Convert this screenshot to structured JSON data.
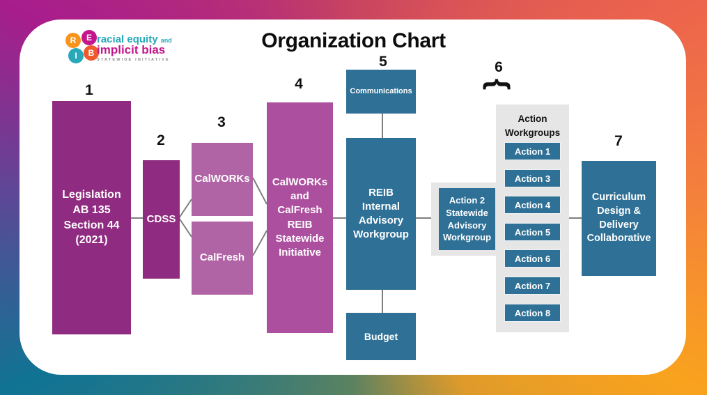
{
  "title": "Organization Chart",
  "logo": {
    "circles": [
      {
        "letter": "R",
        "color": "#F7941D"
      },
      {
        "letter": "E",
        "color": "#C4168C"
      },
      {
        "letter": "I",
        "color": "#28A8B8"
      },
      {
        "letter": "B",
        "color": "#F0592B"
      }
    ],
    "line1": "racial equity",
    "line1_suffix": "and",
    "line2": "implicit bias",
    "line3": "STATEWIDE INITIATIVE"
  },
  "numbers": {
    "n1": "1",
    "n2": "2",
    "n3": "3",
    "n4": "4",
    "n5": "5",
    "n6": "6",
    "n7": "7"
  },
  "boxes": {
    "legislation": "Legislation\nAB 135\nSection 44\n(2021)",
    "cdss": "CDSS",
    "calworks": "CalWORKs",
    "calfresh": "CalFresh",
    "initiative": "CalWORKs\nand\nCalFresh\nREIB\nStatewide\nInitiative",
    "communications": "Communications",
    "reib_internal": "REIB\nInternal\nAdvisory\nWorkgroup",
    "budget": "Budget",
    "action2": "Action 2\nStatewide\nAdvisory\nWorkgroup",
    "curriculum": "Curriculum\nDesign &\nDelivery\nCollaborative"
  },
  "workgroups": {
    "header": "Action\nWorkgroups",
    "buttons": [
      "Action 1",
      "Action 3",
      "Action 4",
      "Action 5",
      "Action 6",
      "Action 7",
      "Action 8"
    ]
  },
  "icons": {
    "brace": "{"
  },
  "palette": {
    "deep_purple": "#8F2B80",
    "mauve": "#B164A5",
    "magenta": "#AC4F9E",
    "steel_blue": "#2E7096",
    "panel_gray": "#E6E6E6",
    "connector_gray": "#7E7E7E",
    "frame_top_left": "#A81D8C",
    "frame_top_right": "#ED654C",
    "frame_bottom_right": "#F9A21E",
    "frame_bottom_left": "#107394"
  }
}
